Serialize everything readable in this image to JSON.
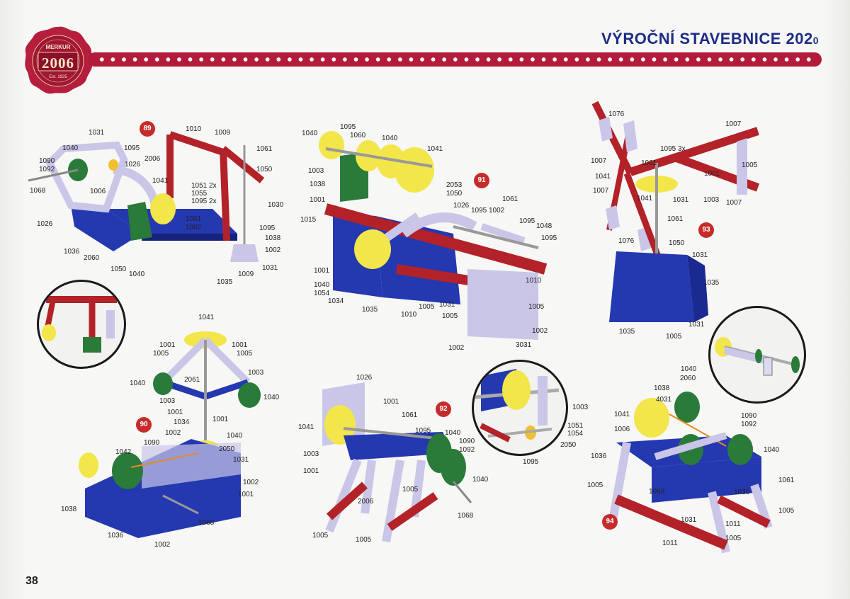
{
  "header": {
    "title": "VÝROČNÍ STAVEBNICE 202",
    "title_suffix": "0",
    "seal_brand": "MERKUR",
    "seal_year": "2006",
    "seal_est": "Est. 1925"
  },
  "footer": {
    "page_number": "38"
  },
  "colors": {
    "ribbon": "#b31b3a",
    "title": "#1d2c87",
    "badge": "#c62b2b",
    "plate_blue": "#2233a8",
    "strip_red": "#b32228",
    "pulley_yellow": "#f2e64a",
    "pulley_green": "#2a7a3a",
    "strip_white": "#dcdaf0"
  },
  "steps": [
    {
      "number": "89",
      "parts": [
        "1031",
        "1010",
        "1009",
        "1040",
        "1095",
        "2006",
        "1061",
        "1090",
        "1092",
        "1026",
        "1050",
        "1068",
        "1006",
        "1041",
        "1051 2x",
        "1055",
        "1095 2x",
        "1030",
        "1095",
        "1001",
        "1002",
        "1026",
        "1038",
        "1002",
        "1036",
        "2060",
        "1050",
        "1040",
        "1035",
        "1009",
        "1031"
      ]
    },
    {
      "number": "90",
      "parts": [
        "1041",
        "1001",
        "1001",
        "1005",
        "1005",
        "1040",
        "2061",
        "1003",
        "1003",
        "1040",
        "1001",
        "1001",
        "1034",
        "1040",
        "1002",
        "1090",
        "2050",
        "1042",
        "1031",
        "1002",
        "1001",
        "1038",
        "1068",
        "1036",
        "1002"
      ]
    },
    {
      "number": "91",
      "parts": [
        "1095",
        "1040",
        "1060",
        "1040",
        "1041",
        "1003",
        "1038",
        "1001",
        "2053",
        "1050",
        "1061",
        "1015",
        "1026",
        "1095",
        "1002",
        "1095",
        "1048",
        "1095",
        "1001",
        "1040",
        "1054",
        "1034",
        "1035",
        "1010",
        "1005",
        "1031",
        "1010",
        "1005",
        "1005",
        "1002",
        "1002",
        "3031"
      ]
    },
    {
      "number": "92",
      "parts": [
        "1026",
        "1001",
        "1061",
        "1095",
        "1041",
        "1003",
        "1040",
        "1090",
        "1092",
        "1001",
        "1005",
        "1040",
        "2006",
        "1068",
        "1005",
        "1005",
        "1003",
        "1051",
        "1054",
        "2050",
        "1095"
      ]
    },
    {
      "number": "93",
      "parts": [
        "1076",
        "1007",
        "1095 3x",
        "1007",
        "1061",
        "1005",
        "1041",
        "1001",
        "1007",
        "1031",
        "1003",
        "1041",
        "1061",
        "1007",
        "1076",
        "1050",
        "1031",
        "1035",
        "1035",
        "1005",
        "1031"
      ]
    },
    {
      "number": "94",
      "parts": [
        "1040",
        "2060",
        "1038",
        "4031",
        "1090",
        "1092",
        "1041",
        "1006",
        "1036",
        "1040",
        "1005",
        "1068",
        "1030",
        "1061",
        "1031",
        "1005",
        "1011",
        "1011",
        "1005"
      ]
    }
  ]
}
